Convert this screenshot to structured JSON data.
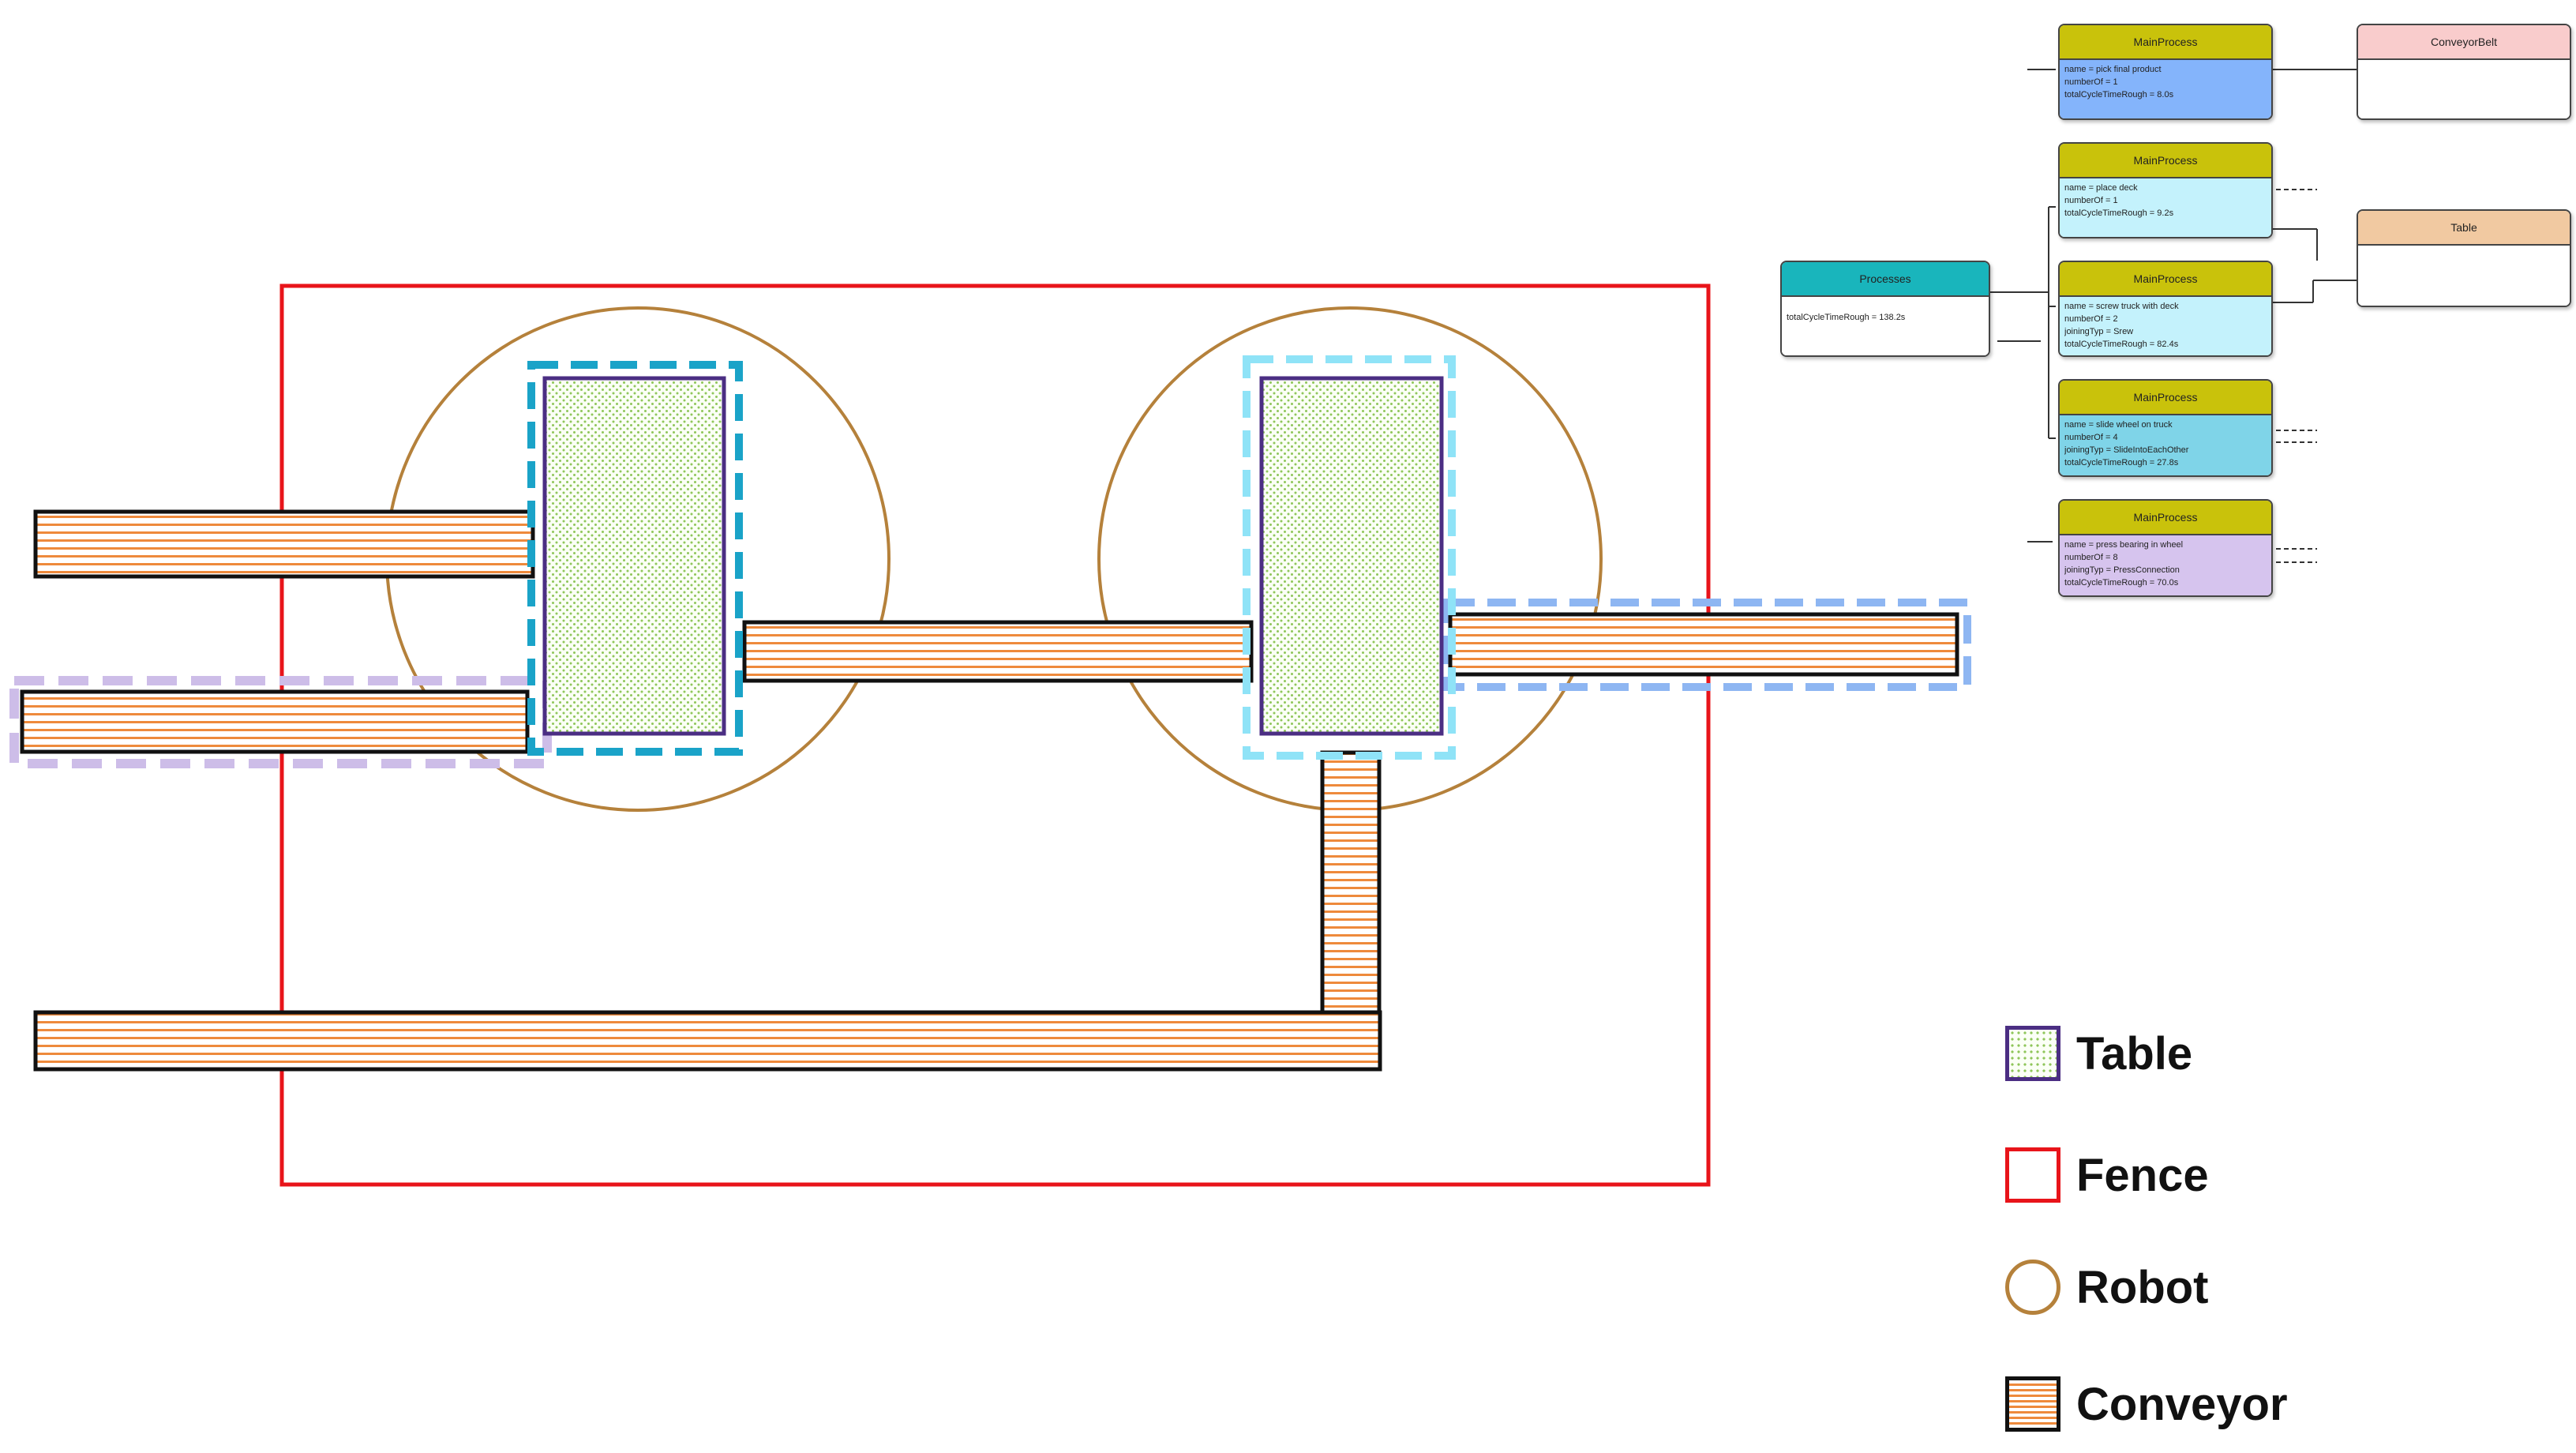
{
  "colors": {
    "fence": "#e8141a",
    "robot": "#b5813b",
    "table_border": "#4b2e83",
    "table_dots": "#8fc65a",
    "conveyor_stripe": "#ee8a3c",
    "conveyor_border": "#111111",
    "dash_blue": "#1aa3c8",
    "dash_light_blue": "#8fe3f7",
    "dash_periwinkle": "#8eb6f2",
    "dash_lavender": "#cdbde8"
  },
  "legend": [
    {
      "symbol": "table",
      "label": "Table"
    },
    {
      "symbol": "fence",
      "label": "Fence"
    },
    {
      "symbol": "robot",
      "label": "Robot"
    },
    {
      "symbol": "conveyor",
      "label": "Conveyor"
    }
  ],
  "uml": {
    "processes": {
      "title": "Processes",
      "attributes": [
        "totalCycleTimeRough = 138.2s"
      ],
      "header_color": "#19b5bc",
      "body_color": "#ffffff"
    },
    "main_processes": [
      {
        "title": "MainProcess",
        "header_color": "#c9c20b",
        "body_color": "#84b4fb",
        "attributes": [
          "name = pick final product",
          "numberOf = 1",
          "totalCycleTimeRough = 8.0s"
        ]
      },
      {
        "title": "MainProcess",
        "header_color": "#c9c20b",
        "body_color": "#c4f2fc",
        "attributes": [
          "name = place deck",
          "numberOf = 1",
          "totalCycleTimeRough = 9.2s"
        ]
      },
      {
        "title": "MainProcess",
        "header_color": "#c9c20b",
        "body_color": "#c4f2fc",
        "attributes": [
          "name = screw truck with deck",
          "numberOf = 2",
          "joiningTyp = Srew",
          "totalCycleTimeRough = 82.4s"
        ]
      },
      {
        "title": "MainProcess",
        "header_color": "#c9c20b",
        "body_color": "#7fd4e8",
        "attributes": [
          "name = slide wheel on truck",
          "numberOf = 4",
          "joiningTyp = SlideIntoEachOther",
          "totalCycleTimeRough = 27.8s"
        ]
      },
      {
        "title": "MainProcess",
        "header_color": "#c9c20b",
        "body_color": "#d6c4ee",
        "attributes": [
          "name = press bearing in wheel",
          "numberOf = 8",
          "joiningTyp = PressConnection",
          "totalCycleTimeRough = 70.0s"
        ]
      }
    ],
    "conveyor_belt": {
      "title": "ConveyorBelt",
      "header_color": "#f9cccc",
      "body_color": "#ffffff"
    },
    "table": {
      "title": "Table",
      "header_color": "#f1c9a1",
      "body_color": "#ffffff"
    }
  }
}
